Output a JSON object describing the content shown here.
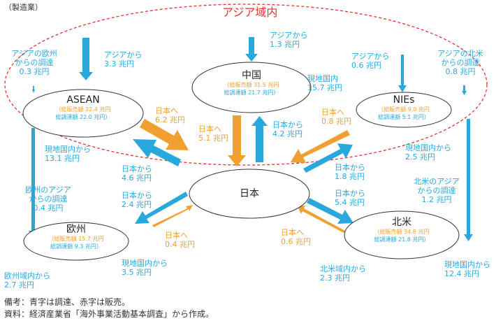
{
  "colors": {
    "procurement": "#29a8de",
    "sales": "#f0a030",
    "region": "#e8312f"
  },
  "header": {
    "note": "（製造業）"
  },
  "region": {
    "label": "アジア域内"
  },
  "nodes": {
    "asean": {
      "name": "ASEAN",
      "sales": "（総販売額 32.4 兆円",
      "procure": "総調達額 22.0 兆円）"
    },
    "china": {
      "name": "中国",
      "sales": "（総販売額 31.5 兆円",
      "procure": "総調達額 21.7 兆円）"
    },
    "nies": {
      "name": "NIEs",
      "sales": "（総販売額 9.0 兆円",
      "procure": "総調達額 5.1 兆円）"
    },
    "japan": {
      "name": "日本"
    },
    "europe": {
      "name": "欧州",
      "sales": "（総販売額 15.7 兆円",
      "procure": "総調達額 9.3 兆円）"
    },
    "namerica": {
      "name": "北米",
      "sales": "（総販売額 34.8 兆円",
      "procure": "総調達額 21.8 兆円）"
    }
  },
  "flows": {
    "eu_from_asia_top": [
      "アジアの欧州",
      "からの調達",
      "0.3 兆円"
    ],
    "asean_from_asia": [
      "アジアから",
      "3.3 兆円"
    ],
    "china_from_asia": [
      "アジアから",
      "1.3 兆円"
    ],
    "nies_from_asia": [
      "アジアから",
      "0.6 兆円"
    ],
    "na_from_asia_top": [
      "アジアの北米",
      "からの調達",
      "0.8 兆円"
    ],
    "asean_to_japan": [
      "日本へ",
      "6.2 兆円"
    ],
    "china_to_japan": [
      "日本へ",
      "5.1 兆円"
    ],
    "china_from_japan": [
      "日本から",
      "4.2 兆円"
    ],
    "china_local": [
      "現地国内",
      "15.7 兆円"
    ],
    "nies_to_japan": [
      "日本へ",
      "0.8 兆円"
    ],
    "asean_local": [
      "現地国内から",
      "13.1 兆円"
    ],
    "nies_local": [
      "現地国内から",
      "2.5 兆円"
    ],
    "asean_from_japan": [
      "日本から",
      "4.6 兆円"
    ],
    "eu_from_japan": [
      "日本から",
      "2.4 兆円"
    ],
    "nies_from_japan": [
      "日本から",
      "1.8 兆円"
    ],
    "na_from_japan": [
      "日本から",
      "5.4 兆円"
    ],
    "eu_from_asia_mid": [
      "欧州のアジア",
      "からの調達",
      "0.4 兆円"
    ],
    "na_from_asia_mid": [
      "北米のアジア",
      "からの調達",
      "1.2 兆円"
    ],
    "eu_to_japan": [
      "日本へ",
      "0.4 兆円"
    ],
    "na_to_japan": [
      "日本へ",
      "0.6 兆円"
    ],
    "eu_local_right": [
      "現地国内から",
      "3.5 兆円"
    ],
    "eu_local": [
      "欧州域内から",
      "2.7 兆円"
    ],
    "na_local": [
      "北米域内から",
      "2.3 兆円"
    ],
    "na_local_right": [
      "現地国内から",
      "12.4 兆円"
    ]
  },
  "footer": {
    "note1": "備考：青字は調達、赤字は販売。",
    "note2": "資料：経済産業省「海外事業活動基本調査」から作成。"
  }
}
